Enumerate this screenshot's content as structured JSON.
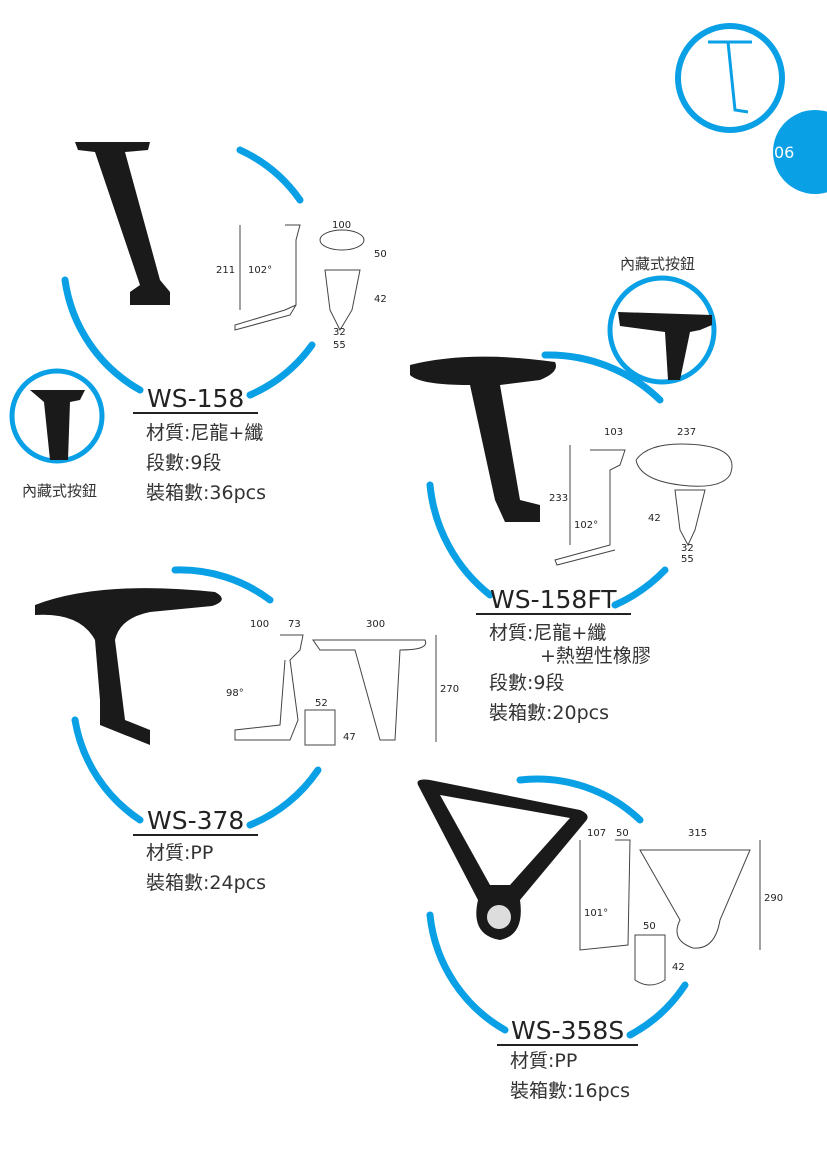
{
  "page_number": "06",
  "accent": "#0aa0e6",
  "hidden_button_label": "內藏式按鈕",
  "products": [
    {
      "model": "WS-158",
      "specs": [
        "材質:尼龍+纖",
        "段數:9段",
        "裝箱數:36pcs"
      ],
      "dims": [
        "100",
        "50",
        "211",
        "102°",
        "42",
        "32",
        "55"
      ]
    },
    {
      "model": "WS-158FT",
      "specs": [
        "材質:尼龍+纖",
        "+熱塑性橡膠",
        "段數:9段",
        "裝箱數:20pcs"
      ],
      "dims": [
        "103",
        "237",
        "233",
        "102°",
        "42",
        "32",
        "55"
      ]
    },
    {
      "model": "WS-378",
      "specs": [
        "材質:PP",
        "裝箱數:24pcs"
      ],
      "dims": [
        "100",
        "73",
        "300",
        "98°",
        "270",
        "52",
        "47"
      ]
    },
    {
      "model": "WS-358S",
      "specs": [
        "材質:PP",
        "裝箱數:16pcs"
      ],
      "dims": [
        "107",
        "50",
        "315",
        "290",
        "101°",
        "50",
        "42"
      ]
    }
  ]
}
